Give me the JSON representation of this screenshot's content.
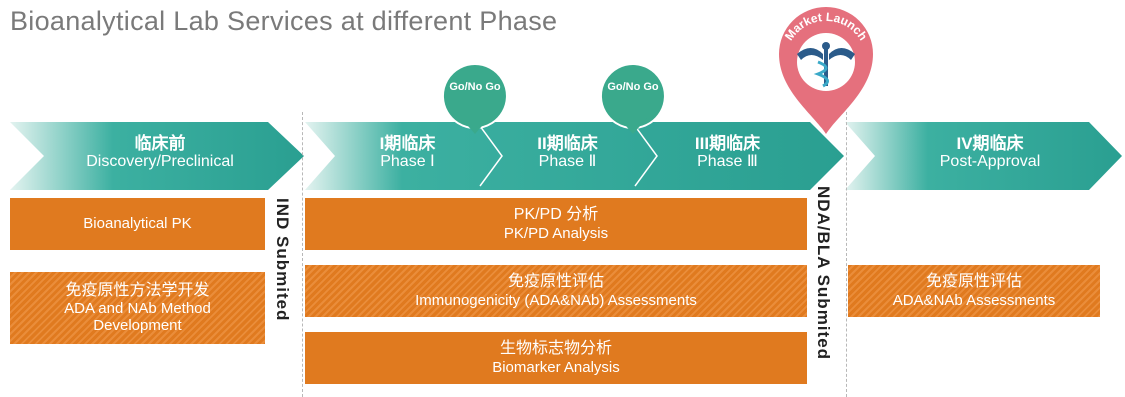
{
  "title": "Bioanalytical Lab Services at different Phase",
  "gates": {
    "go_nogo_1": "Go/No Go",
    "go_nogo_2": "Go/No Go",
    "market_launch": "Market Launch"
  },
  "phases": [
    {
      "cn": "临床前",
      "en": "Discovery/Preclinical"
    },
    {
      "cn": "I期临床",
      "en": "Phase Ⅰ"
    },
    {
      "cn": "II期临床",
      "en": "Phase Ⅱ"
    },
    {
      "cn": "III期临床",
      "en": "Phase Ⅲ"
    },
    {
      "cn": "IV期临床",
      "en": "Post-Approval"
    }
  ],
  "milestones": {
    "ind": "IND Submited",
    "nda": "NDA/BLA Submited"
  },
  "services": {
    "bioanalytical_pk": "Bioanalytical PK",
    "ada_method": {
      "cn": "免疫原性方法学开发",
      "en1": "ADA and NAb Method",
      "en2": "Development"
    },
    "pkpd": {
      "cn": "PK/PD 分析",
      "en": "PK/PD Analysis"
    },
    "immunogenicity": {
      "cn": "免疫原性评估",
      "en": "Immunogenicity (ADA&NAb) Assessments"
    },
    "biomarker": {
      "cn": "生物标志物分析",
      "en": "Biomarker Analysis"
    },
    "post_ada": {
      "cn": "免疫原性评估",
      "en": "ADA&NAb Assessments"
    }
  },
  "colors": {
    "teal": "#2fa99b",
    "teal_light": "#d6efeb",
    "orange": "#e07a1f",
    "pin": "#e5707d",
    "go_green": "#3aa98c"
  }
}
